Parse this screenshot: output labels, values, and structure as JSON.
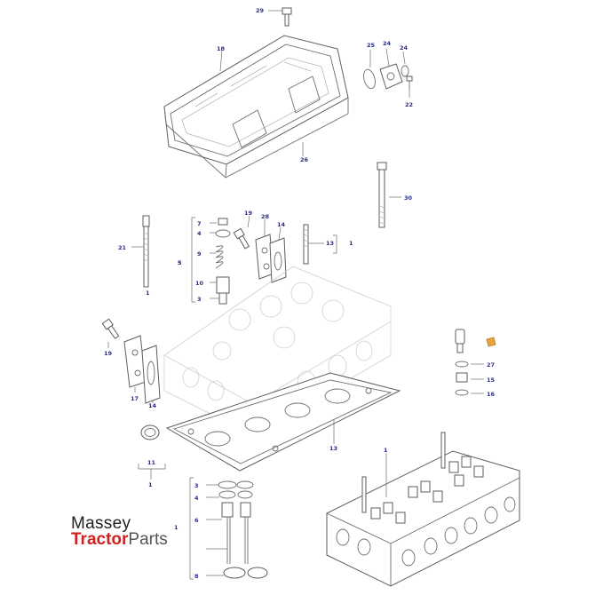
{
  "callouts": {
    "c1": "29",
    "c2": "18",
    "c3": "25",
    "c4": "24",
    "c5": "24",
    "c6": "22",
    "c7": "26",
    "c8": "30",
    "c9": "21",
    "c10": "7",
    "c11": "4",
    "c12": "9",
    "c13": "10",
    "c14": "3",
    "c15": "5",
    "c16": "19",
    "c17": "28",
    "c18": "14",
    "c19": "13",
    "c20": "1",
    "c21": "1",
    "c22": "5",
    "c23": "19",
    "c24": "17",
    "c25": "14",
    "c26": "27",
    "c27": "15",
    "c28": "16",
    "c29": "13",
    "c30": "11",
    "c31": "1",
    "c32": "1",
    "c33": "3",
    "c34": "4",
    "c35": "6",
    "c36": "8",
    "c37": "1"
  },
  "logo": {
    "line1": "Massey",
    "line2a": "Tractor",
    "line2b": "Parts"
  },
  "colors": {
    "callout": "#2c2f8a",
    "logo_red": "#d01f1f",
    "sensor_washer": "#e8a23c"
  }
}
